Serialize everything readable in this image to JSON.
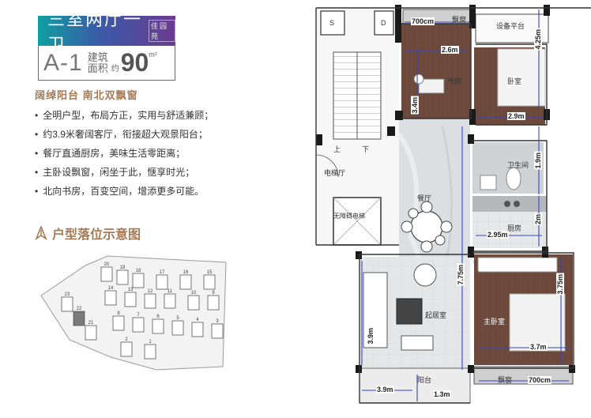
{
  "header": {
    "title": "三室两厅一卫",
    "badge": "佳园苑",
    "model_code": "A-1",
    "area_label": "建筑面积",
    "area_about": "约",
    "area_value": "90",
    "area_unit": "m²"
  },
  "highlight": "阔绰阳台  南北双飘窗",
  "features": [
    "全明户型，布局方正，实用与舒适兼顾；",
    "约3.9米奢阔客厅，衔接超大观景阳台；",
    "餐厅直通厨房，美味生活零距离；",
    "主卧设飘窗，闲坐于此，惬享时光；",
    "北向书房，百变空间，增添更多可能。"
  ],
  "location_title": "户型落位示意图",
  "site_plan": {
    "building_numbers": [
      "20",
      "19",
      "18",
      "17",
      "16",
      "15",
      "14",
      "13",
      "12",
      "11",
      "10",
      "9",
      "8",
      "7",
      "6",
      "5",
      "4",
      "3",
      "2",
      "1",
      "23",
      "22",
      "21"
    ]
  },
  "floor_plan": {
    "rooms": {
      "study": "书房",
      "bedroom": "卧室",
      "equipment_platform": "设备平台",
      "bay_window_top": "飘窗",
      "bathroom": "卫生间",
      "kitchen": "厨房",
      "dining": "餐厅",
      "living": "起居室",
      "master_bedroom": "主卧室",
      "balcony": "阳台",
      "bay_window_bottom": "飘窗",
      "elevator_hall": "电梯厅",
      "accessible_elevator": "无障碍电梯",
      "up": "上",
      "down": "下",
      "shaft_s": "S",
      "shaft_d": "D"
    },
    "dimensions": {
      "bay_top": "700cm",
      "study_width": "2.6m",
      "study_depth": "3.4m",
      "bedroom_depth": "4.25m",
      "bedroom_width": "2.9m",
      "bath_depth": "1.9m",
      "kitchen_depth": "2m",
      "kitchen_width": "2.95m",
      "dining_depth": "7.75m",
      "master_depth": "3.75m",
      "master_width": "3.7m",
      "living_depth": "3.9m",
      "balcony_width": "3.9m",
      "balcony_depth": "1.3m",
      "bay_bottom": "700cm"
    }
  },
  "colors": {
    "accent_brown": "#a57a55",
    "wood_floor": "#6e4a3c",
    "marble_floor": "#d9dcde",
    "wall": "#1a1a1a",
    "dimension_line": "#3344cc"
  }
}
